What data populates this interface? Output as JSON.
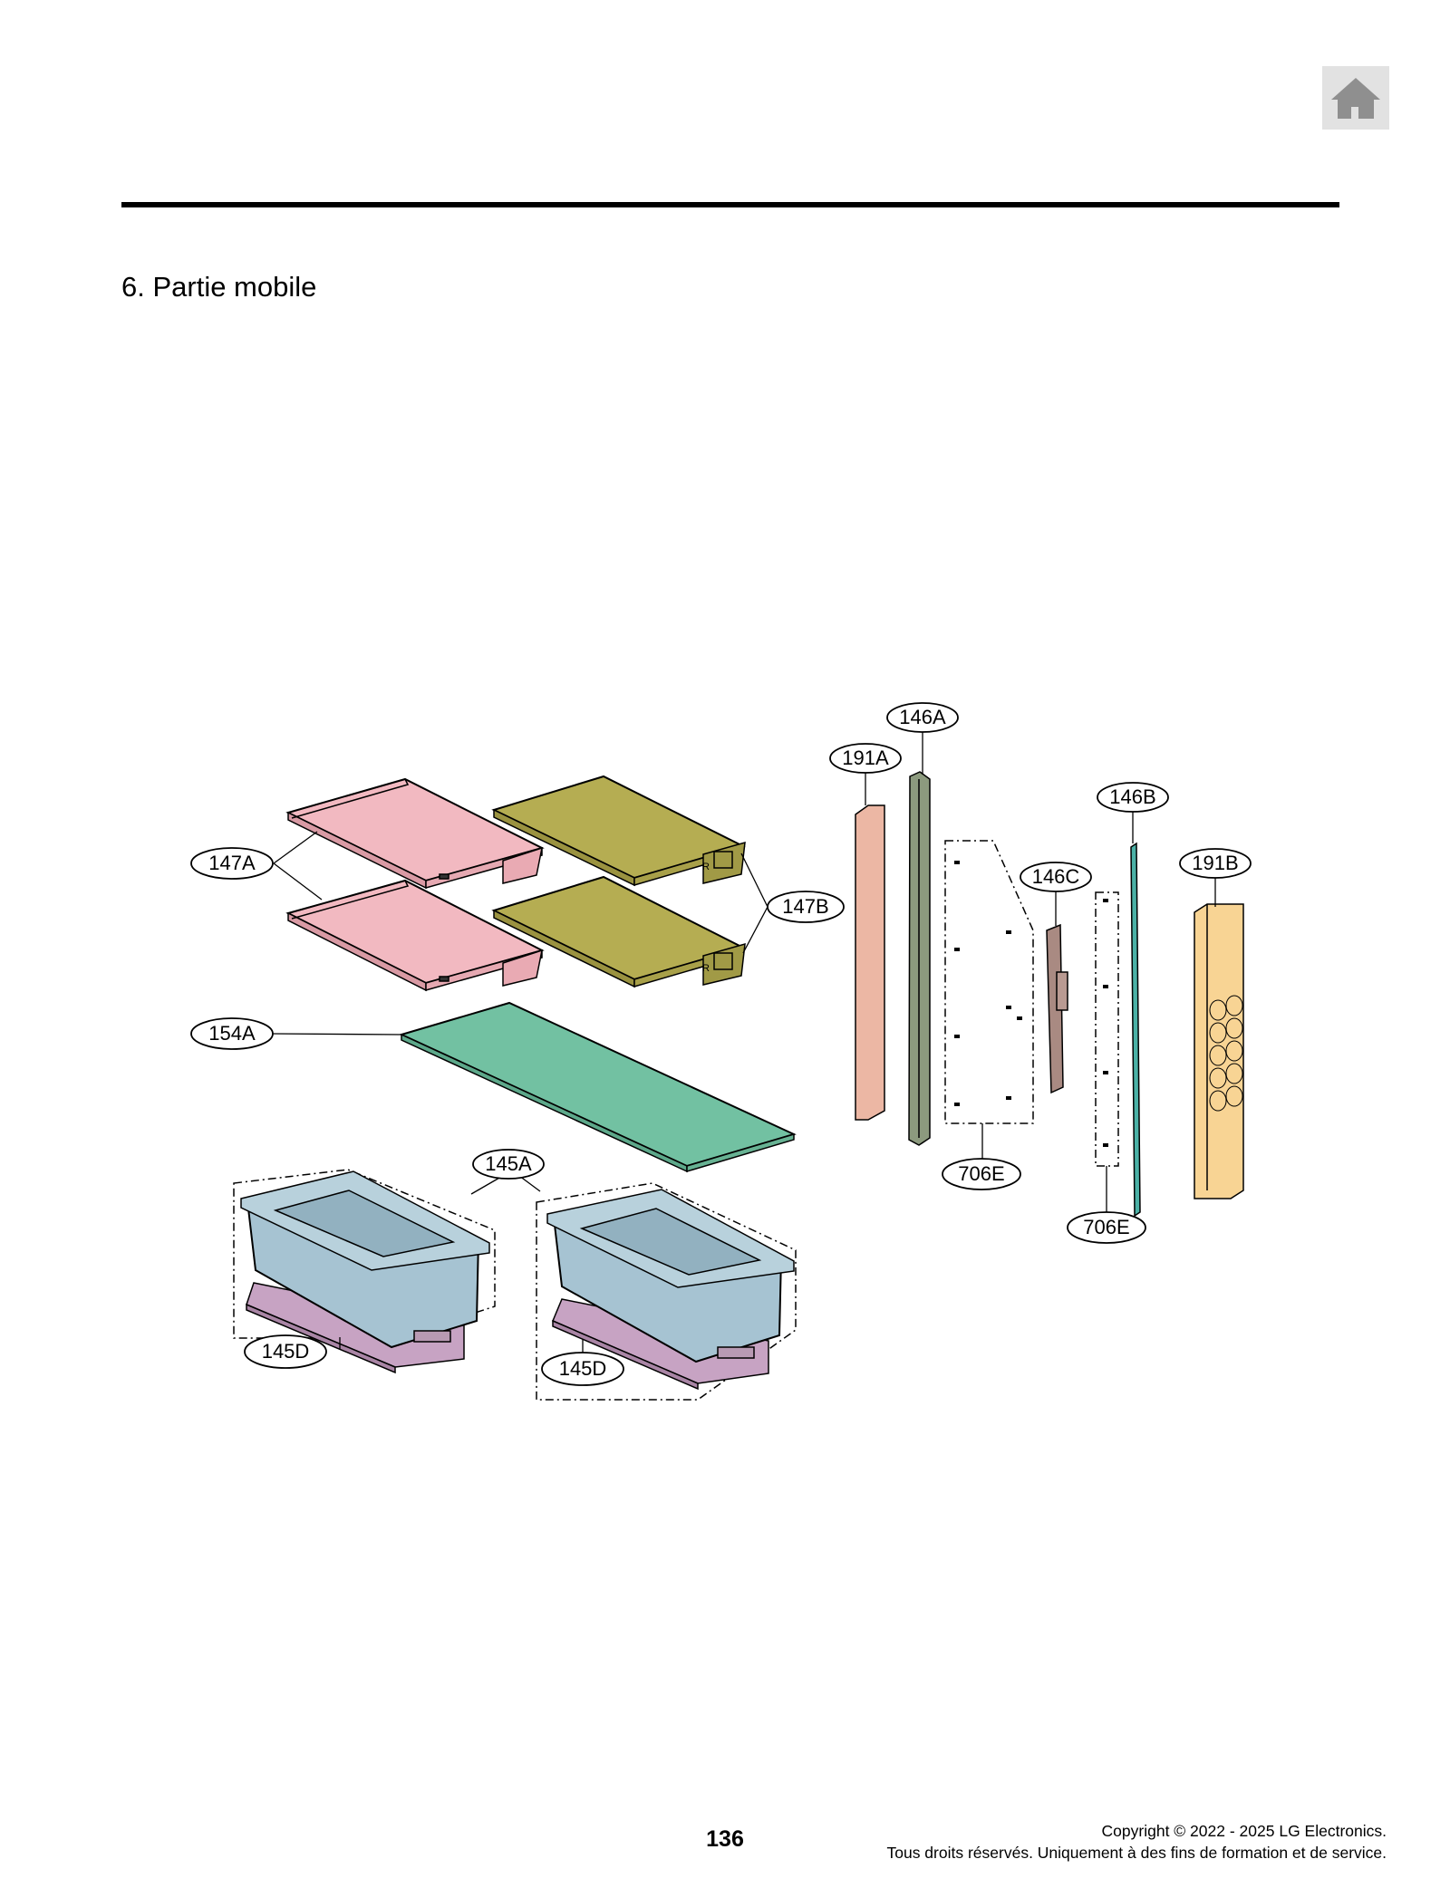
{
  "header": {
    "home_icon": "home-icon",
    "section_title": "6. Partie mobile"
  },
  "diagram": {
    "callouts": {
      "c146A": "146A",
      "c191A": "191A",
      "c146B": "146B",
      "c191B": "191B",
      "c146C": "146C",
      "c147A": "147A",
      "c147B": "147B",
      "c154A": "154A",
      "c145A": "145A",
      "c706E_a": "706E",
      "c706E_b": "706E",
      "c145D_a": "145D",
      "c145D_b": "145D"
    },
    "colors": {
      "shelf_147A": "#f2b9c1",
      "shelf_147B": "#b5ad52",
      "shelf_154A": "#72c1a2",
      "drawer_145A": "#a6c3d2",
      "tray_145D": "#c7a3c3",
      "panel_191A": "#ecb7a4",
      "rail_146A": "#8c9a7e",
      "rail_146B": "#4bb1a6",
      "bracket_146C": "#a98a82",
      "panel_191B": "#f8d494"
    }
  },
  "footer": {
    "page_number": "136",
    "copyright_line1": "Copyright © 2022 - 2025 LG Electronics.",
    "copyright_line2": "Tous droits réservés. Uniquement à des fins de formation et de service."
  }
}
